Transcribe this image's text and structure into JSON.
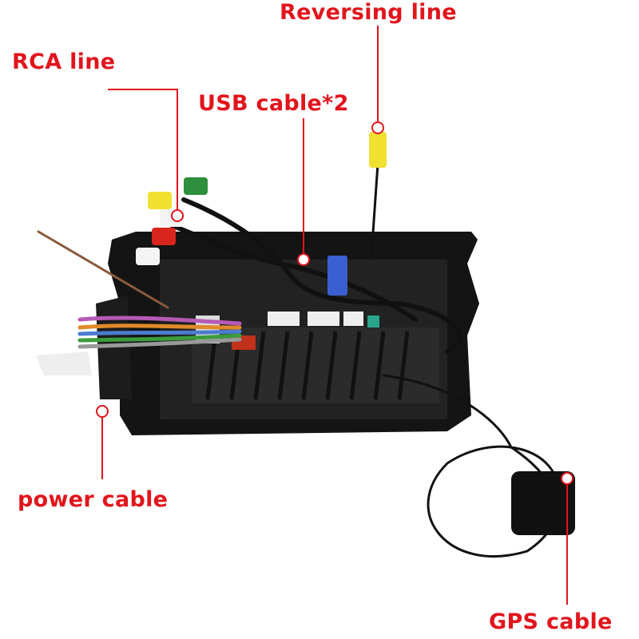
{
  "labels": {
    "reversing": "Reversing line",
    "rca": "RCA line",
    "usb": "USB cable*2",
    "power": "power cable",
    "gps": "GPS cable"
  },
  "colors": {
    "accent": "#e2141c",
    "device": "#1a1a1a"
  }
}
